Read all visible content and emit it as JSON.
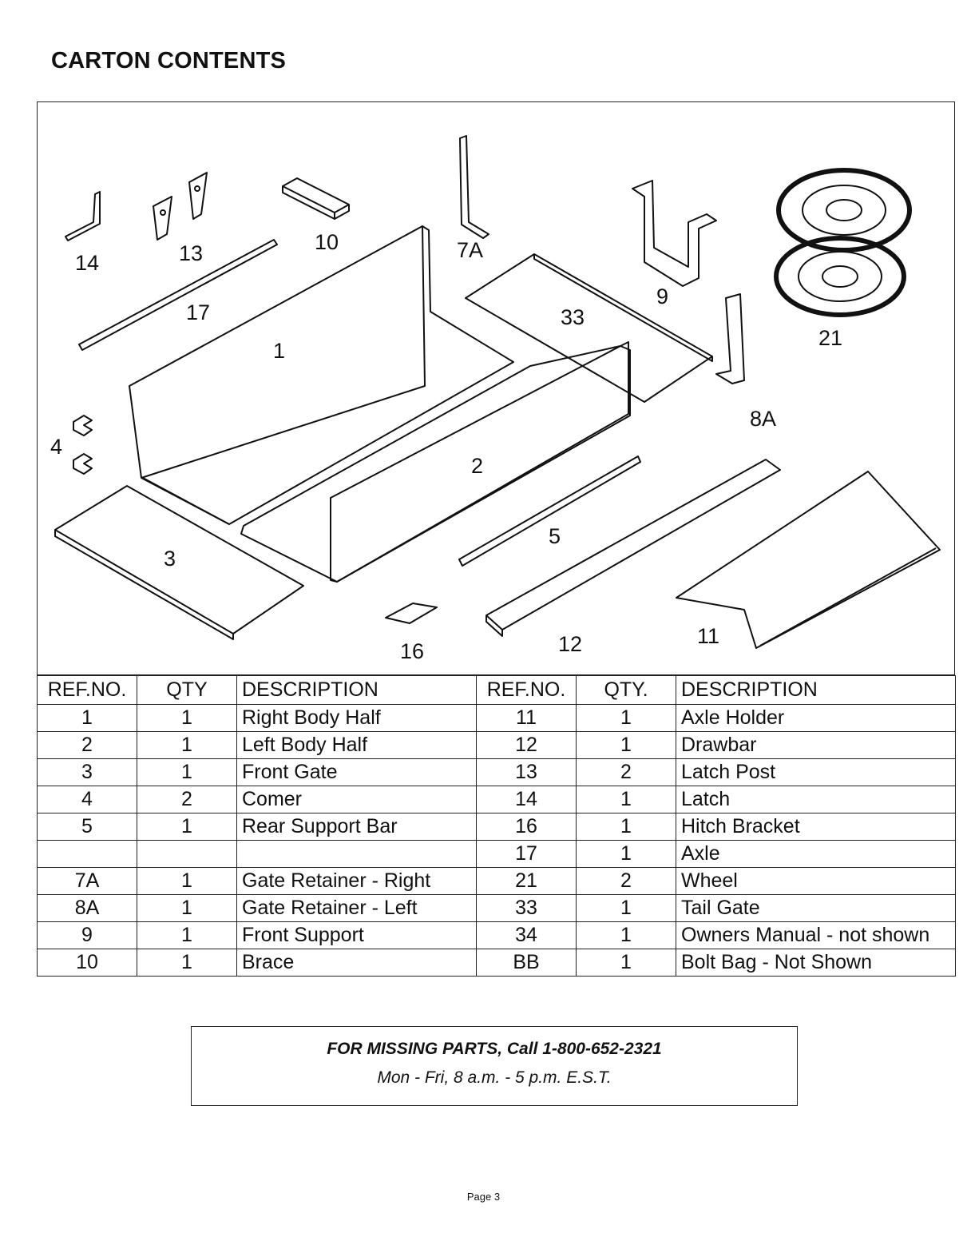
{
  "page": {
    "title": "CARTON CONTENTS",
    "page_number": "Page 3"
  },
  "diagram": {
    "callouts": {
      "c1": "1",
      "c2": "2",
      "c3": "3",
      "c4": "4",
      "c5": "5",
      "c7a": "7A",
      "c8a": "8A",
      "c9": "9",
      "c10": "10",
      "c11": "11",
      "c12": "12",
      "c13": "13",
      "c14": "14",
      "c16": "16",
      "c17": "17",
      "c21": "21",
      "c33": "33"
    }
  },
  "table": {
    "headers": [
      "REF.NO.",
      "QTY",
      "DESCRIPTION",
      "REF.NO.",
      "QTY.",
      "DESCRIPTION"
    ],
    "rows": [
      [
        "1",
        "1",
        "Right Body Half",
        "11",
        "1",
        "Axle Holder"
      ],
      [
        "2",
        "1",
        "Left Body Half",
        "12",
        "1",
        "Drawbar"
      ],
      [
        "3",
        "1",
        "Front Gate",
        "13",
        "2",
        "Latch Post"
      ],
      [
        "4",
        "2",
        "Comer",
        "14",
        "1",
        "Latch"
      ],
      [
        "5",
        "1",
        "Rear Support Bar",
        "16",
        "1",
        "Hitch Bracket"
      ],
      [
        "",
        "",
        "",
        "17",
        "1",
        "Axle"
      ],
      [
        "7A",
        "1",
        "Gate Retainer - Right",
        "21",
        "2",
        "Wheel"
      ],
      [
        "8A",
        "1",
        "Gate Retainer - Left",
        "33",
        "1",
        "Tail Gate"
      ],
      [
        "9",
        "1",
        "Front Support",
        "34",
        "1",
        "Owners Manual - not shown"
      ],
      [
        "10",
        "1",
        "Brace",
        "BB",
        "1",
        "Bolt Bag - Not Shown"
      ]
    ]
  },
  "notice": {
    "line1": "FOR MISSING PARTS, Call 1-800-652-2321",
    "line2": "Mon - Fri, 8 a.m. - 5 p.m. E.S.T."
  }
}
